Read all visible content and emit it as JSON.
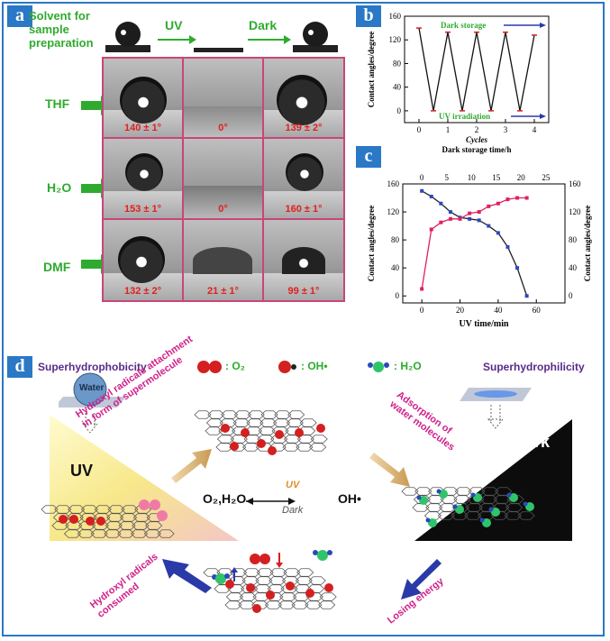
{
  "panel_a": {
    "badge": "a",
    "solvent_label_1": "Solvent for",
    "solvent_label_2": "sample",
    "solvent_label_3": "preparation",
    "uv": "UV",
    "dark": "Dark",
    "rows": [
      {
        "name": "THF",
        "angles": [
          "140 ± 1°",
          "0°",
          "139 ± 2°"
        ]
      },
      {
        "name": "H₂O",
        "angles": [
          "153 ± 1°",
          "0°",
          "160 ± 1°"
        ]
      },
      {
        "name": "DMF",
        "angles": [
          "132 ± 2°",
          "21 ± 1°",
          "99 ± 1°"
        ]
      }
    ]
  },
  "panel_b": {
    "badge": "b"
  },
  "panel_c": {
    "badge": "c"
  },
  "chart_data": [
    {
      "type": "line",
      "panel": "b",
      "xlabel": "Dark storage time/h",
      "xlabel_top": "Cycles",
      "ylabel": "Contact angles/degree",
      "xlim": [
        -0.5,
        4.5
      ],
      "ylim": [
        -20,
        160
      ],
      "xticks": [
        0,
        1,
        2,
        3,
        4
      ],
      "yticks": [
        0,
        40,
        80,
        120,
        160
      ],
      "annotations": [
        "Dark storage",
        "UV irradiation"
      ],
      "series": [
        {
          "x": [
            0,
            0.5,
            1,
            1.5,
            2,
            2.5,
            3,
            3.5,
            4
          ],
          "values": [
            140,
            0,
            133,
            0,
            133,
            0,
            133,
            0,
            128
          ]
        }
      ]
    },
    {
      "type": "line",
      "panel": "c",
      "xlabel": "UV time/min",
      "ylabel": "Contact angles/degree",
      "xlim": [
        -10,
        75
      ],
      "ylim": [
        -10,
        160
      ],
      "xticks": [
        0,
        20,
        40,
        60
      ],
      "xticks_top": [
        0,
        5,
        10,
        15,
        20,
        25
      ],
      "yticks": [
        0,
        40,
        80,
        120,
        160
      ],
      "series": [
        {
          "x": [
            0,
            5,
            10,
            15,
            20,
            25,
            30,
            35,
            40,
            45,
            50,
            55
          ],
          "values": [
            150,
            142,
            132,
            120,
            112,
            110,
            108,
            100,
            90,
            70,
            40,
            0
          ]
        },
        {
          "x": [
            0,
            5,
            10,
            15,
            20,
            25,
            30,
            35,
            40,
            45,
            50,
            55
          ],
          "values": [
            10,
            95,
            105,
            110,
            110,
            118,
            120,
            128,
            132,
            138,
            140,
            140
          ]
        }
      ]
    }
  ],
  "panel_d": {
    "badge": "d",
    "superhydrophobicity": "Superhydrophobicity",
    "superhydrophilicity": "Superhydrophilicity",
    "legend_o2": ": O₂",
    "legend_oh": ": OH•",
    "legend_h2o": ": H₂O",
    "water": "Water",
    "uv_big": "UV",
    "dark_big": "Dark",
    "attach_1": "Hydroxyl radicals attachment",
    "attach_2": "in form of supermolecule",
    "adsorb_1": "Adsorption of",
    "adsorb_2": "water molecules",
    "consumed_1": "Hydroxyl radicals",
    "consumed_2": "consumed",
    "losing": "Losing energy",
    "center_left": "O₂,H₂O",
    "center_right": "OH•",
    "center_uv": "UV",
    "center_dark": "Dark"
  }
}
